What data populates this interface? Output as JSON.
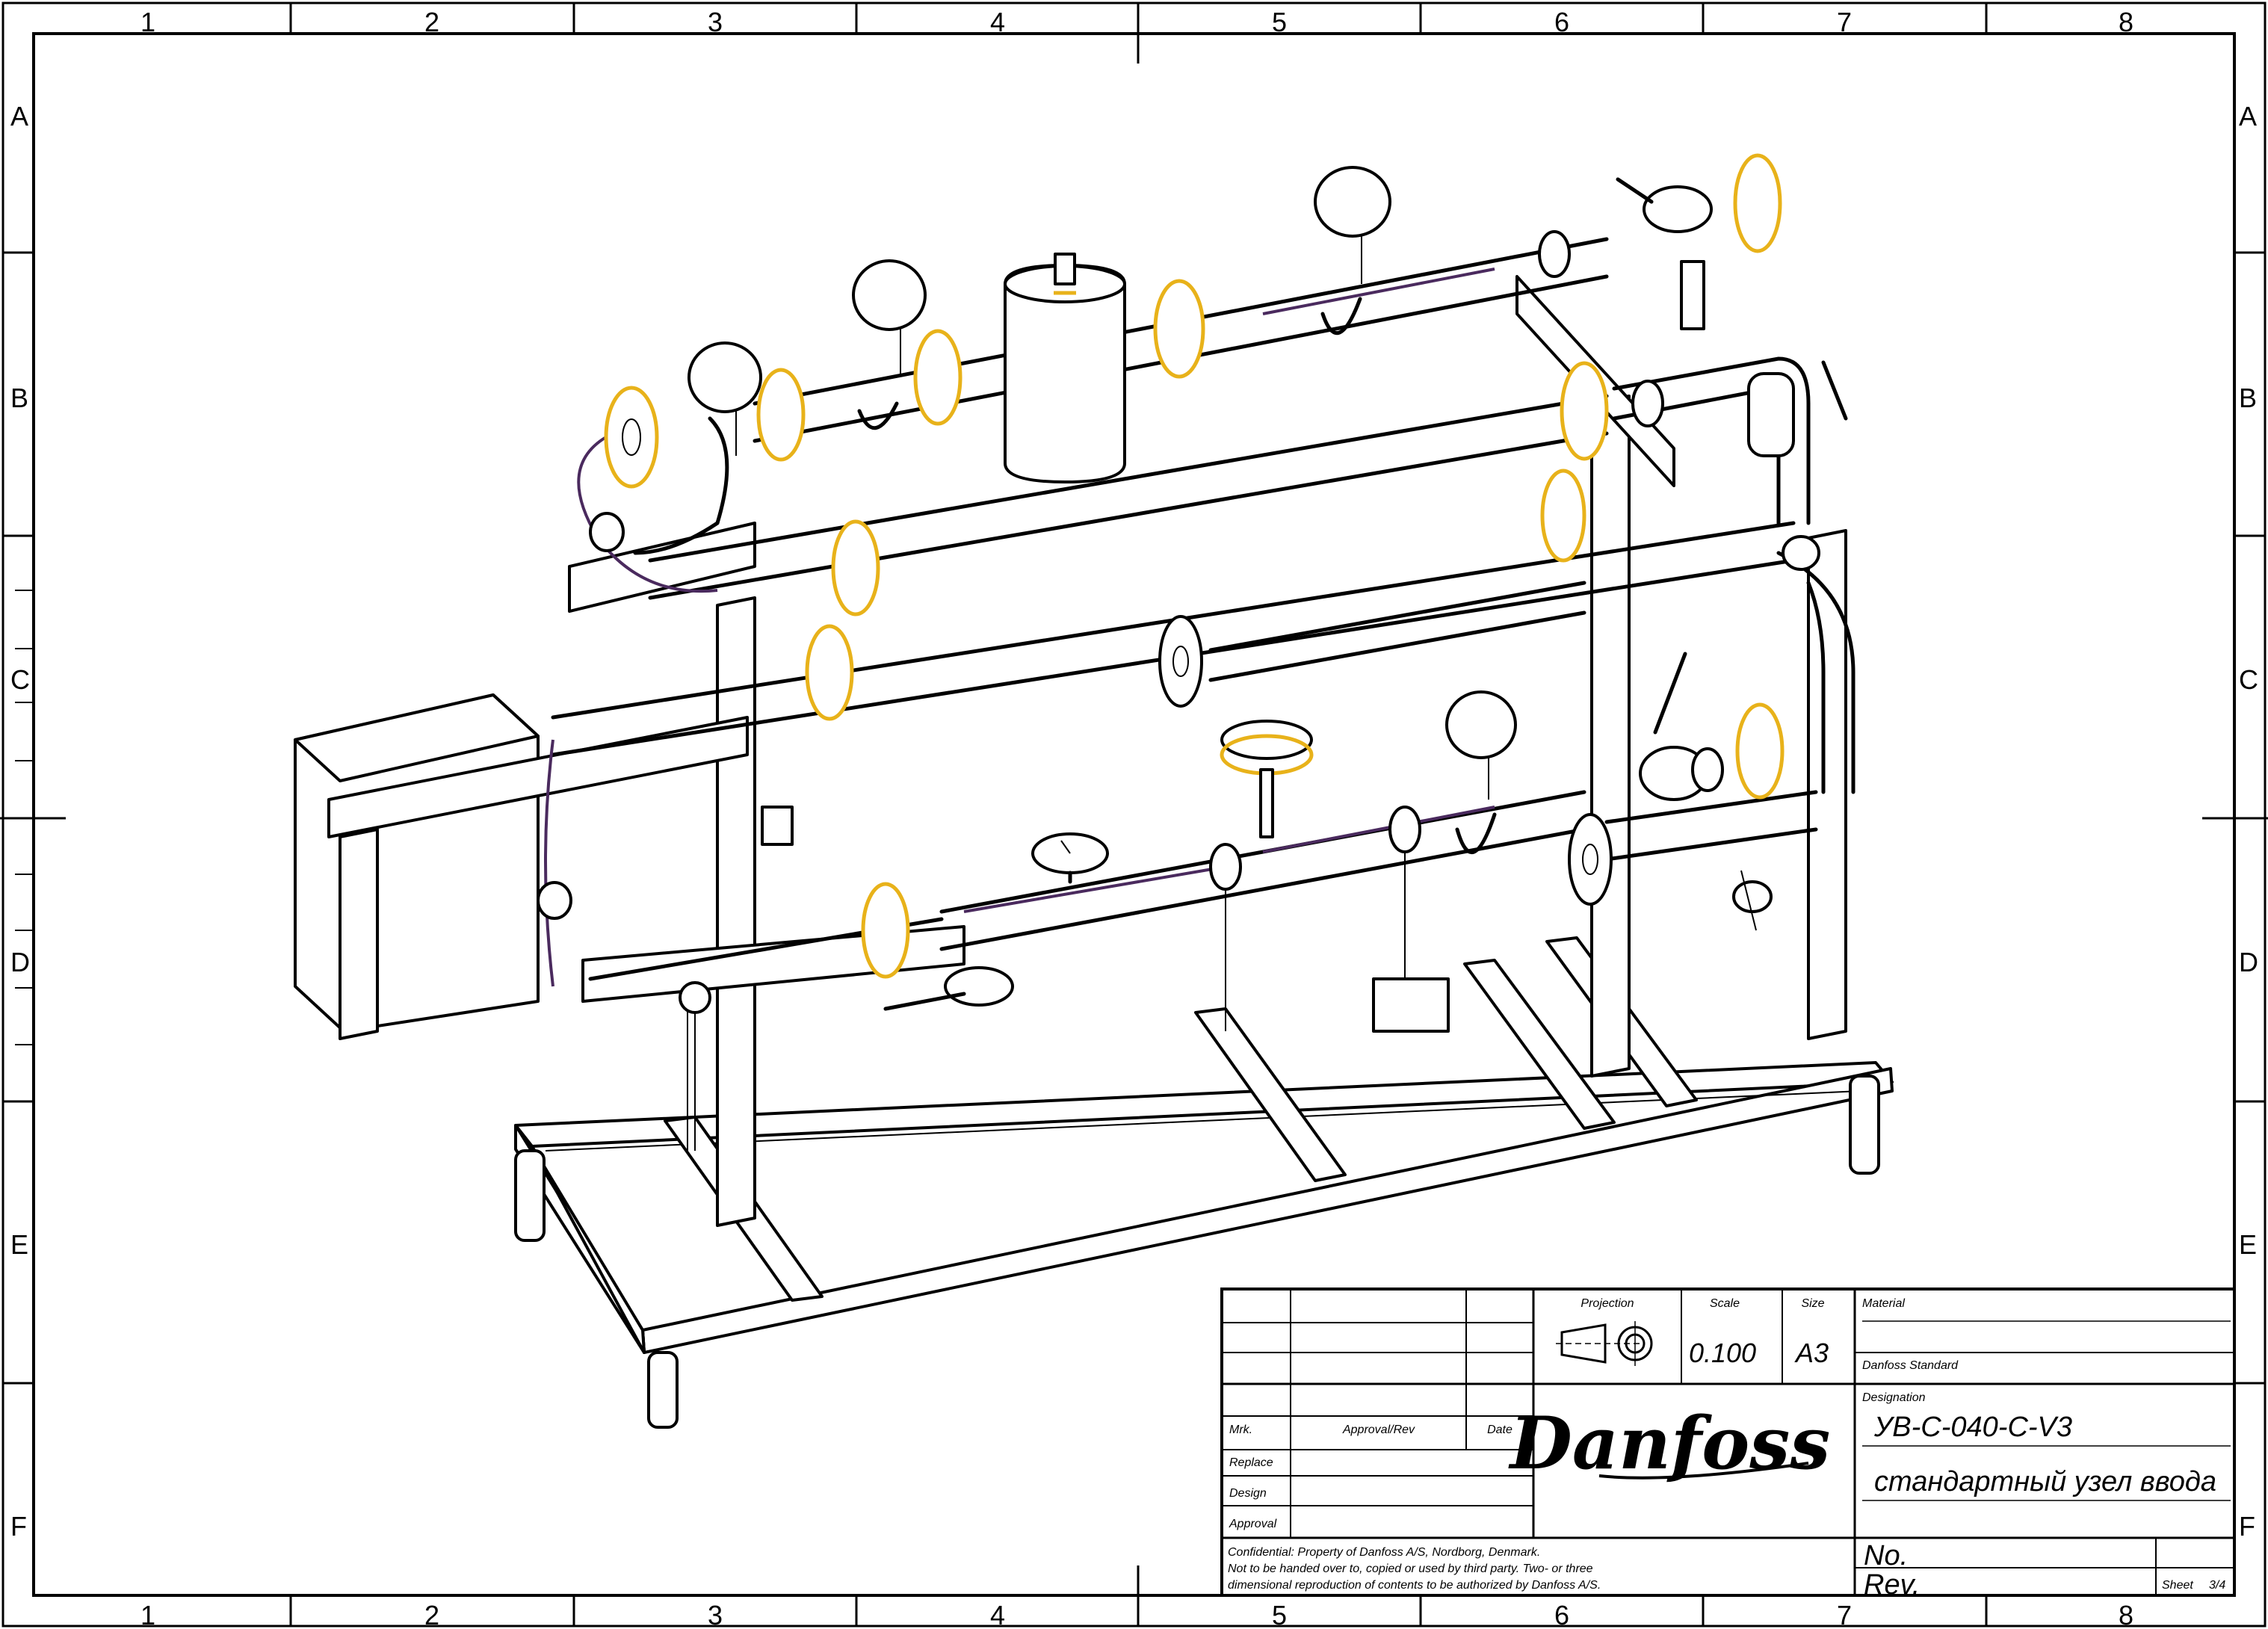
{
  "sheet": {
    "columns": [
      "1",
      "2",
      "3",
      "4",
      "5",
      "6",
      "7",
      "8"
    ],
    "rows": [
      "A",
      "B",
      "C",
      "D",
      "E",
      "F"
    ]
  },
  "title_block": {
    "projection_label": "Projection",
    "scale_label": "Scale",
    "scale_value": "0.100",
    "size_label": "Size",
    "size_value": "A3",
    "material_label": "Material",
    "standard_label": "Danfoss Standard",
    "designation_label": "Designation",
    "designation_code": "УВ-С-040-С-V3",
    "designation_name": "стандартный узел ввода",
    "mrk_label": "Mrk.",
    "approval_rev_label": "Approval/Rev",
    "date_label": "Date",
    "replace_label": "Replace",
    "design_label": "Design",
    "approval_label": "Approval",
    "logo_text": "Danfoss",
    "confidential_line1": "Confidential:  Property of Danfoss A/S, Nordborg, Denmark.",
    "confidential_line2": "Not to be handed over to, copied or used by third party. Two- or three",
    "confidential_line3": "dimensional reproduction of contents to be authorized by Danfoss A/S.",
    "no_label": "No.",
    "rev_label": "Rev.",
    "sheet_label": "Sheet",
    "sheet_value": "3/4"
  },
  "colors": {
    "line": "#000000",
    "flange_highlight": "#e8b21a",
    "pipe_accent": "#4a2a5e"
  }
}
